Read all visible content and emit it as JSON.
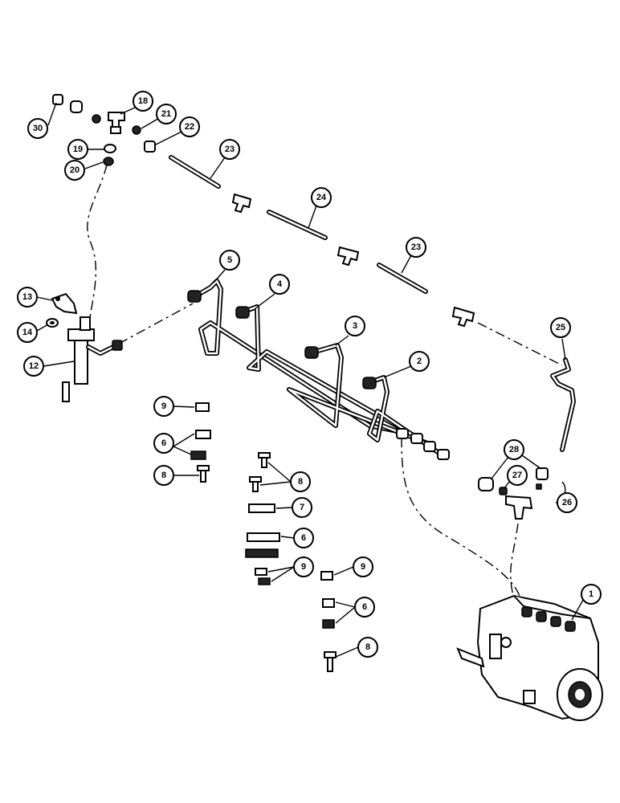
{
  "callouts": {
    "c1": "1",
    "c2": "2",
    "c3": "3",
    "c4": "4",
    "c5": "5",
    "c6a": "6",
    "c6b": "6",
    "c6c": "6",
    "c7": "7",
    "c8a": "8",
    "c8b": "8",
    "c8c": "8",
    "c9a": "9",
    "c9b": "9",
    "c9c": "9",
    "c12": "12",
    "c13": "13",
    "c14": "14",
    "c18": "18",
    "c19": "19",
    "c20": "20",
    "c21": "21",
    "c22": "22",
    "c23a": "23",
    "c23b": "23",
    "c24": "24",
    "c25": "25",
    "c26": "26",
    "c27": "27",
    "c28": "28",
    "c30": "30"
  }
}
